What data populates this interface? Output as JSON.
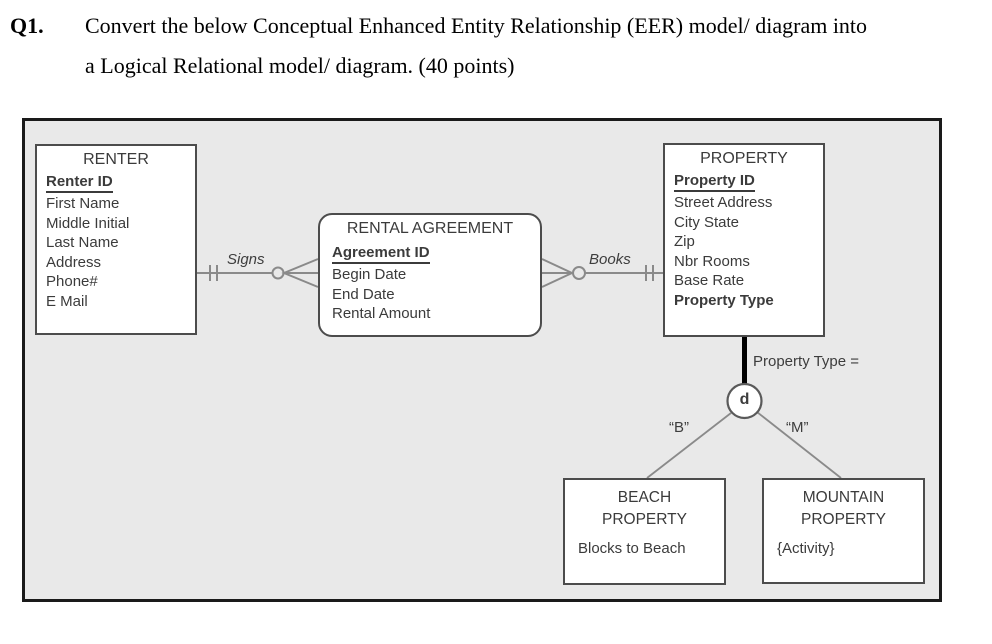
{
  "question": {
    "number": "Q1.",
    "line1": "Convert the below Conceptual Enhanced Entity Relationship (EER) model/ diagram into",
    "line2": "a Logical Relational model/ diagram. (40 points)"
  },
  "colors": {
    "canvas_bg": "#e9e9e9",
    "outer_border": "#1a1a1a",
    "box_bg": "#ffffff",
    "box_border": "#4c4c4c",
    "connector_line": "#8a8a8a",
    "subtype_bar": "#000000",
    "text": "#3b3b3b"
  },
  "entities": {
    "renter": {
      "title": "RENTER",
      "key": "Renter ID",
      "attributes": [
        "First Name",
        "Middle Initial",
        "Last Name",
        "Address",
        "Phone#",
        "E Mail"
      ]
    },
    "rental_agreement": {
      "title": "RENTAL AGREEMENT",
      "key": "Agreement ID",
      "attributes": [
        "Begin Date",
        "End Date",
        "Rental Amount"
      ]
    },
    "property": {
      "title": "PROPERTY",
      "key": "Property ID",
      "attributes": [
        "Street Address",
        "City State",
        "Zip",
        "Nbr Rooms",
        "Base Rate"
      ],
      "discriminator": "Property Type"
    },
    "beach_property": {
      "title": "BEACH PROPERTY",
      "attribute": "Blocks to Beach"
    },
    "mountain_property": {
      "title": "MOUNTAIN PROPERTY",
      "attribute": "{Activity}"
    }
  },
  "relationships": {
    "signs_label": "Signs",
    "books_label": "Books"
  },
  "subtype": {
    "discriminator_label": "Property Type =",
    "disjoint_symbol": "d",
    "beach_value": "“B”",
    "mountain_value": "“M”"
  }
}
